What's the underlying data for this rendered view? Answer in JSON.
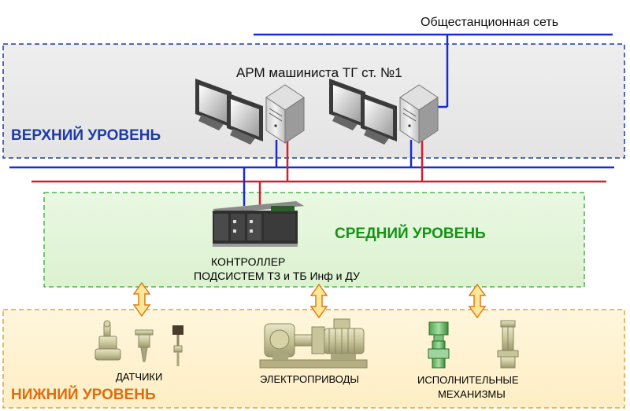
{
  "network": {
    "label": "Общестанционная сеть"
  },
  "upper": {
    "title": "ВЕРХНИЙ УРОВЕНЬ",
    "workstation_label": "АРМ машиниста ТГ ст. №1"
  },
  "middle": {
    "title": "СРЕДНИЙ УРОВЕНЬ",
    "controller_label_line1": "КОНТРОЛЛЕР",
    "controller_label_line2": "ПОДСИСТЕМ ТЗ и ТБ  Инф и ДУ"
  },
  "lower": {
    "title": "НИЖНИЙ УРОВЕНЬ",
    "sensors_label": "ДАТЧИКИ",
    "drives_label": "ЭЛЕКТРОПРИВОДЫ",
    "actuators_label_line1": "ИСПОЛНИТЕЛЬНЫЕ",
    "actuators_label_line2": "МЕХАНИЗМЫ"
  },
  "colors": {
    "upper_title": "#1c3aa9",
    "middle_title": "#149314",
    "lower_title": "#e06c0c",
    "blue_line": "#1a2bd0",
    "red_line": "#d4202a",
    "arrow_fill": "#ffe79a",
    "arrow_stroke": "#e07b10"
  },
  "icons": [
    "monitor-icon",
    "server-icon",
    "plc-controller-icon",
    "sensor-icon",
    "electric-motor-icon",
    "valve-actuator-icon",
    "double-arrow-icon"
  ]
}
